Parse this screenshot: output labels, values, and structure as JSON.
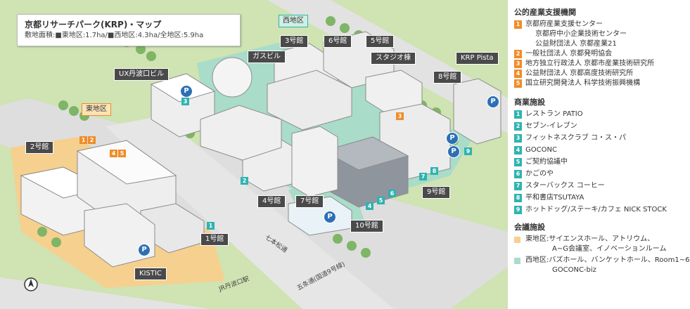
{
  "title": {
    "heading": "京都リサーチパーク(KRP)・マップ",
    "area_text": "敷地面積:■東地区:1.7ha/■西地区:4.3ha/全地区:5.9ha"
  },
  "areas": {
    "east": "東地区",
    "west": "西地区"
  },
  "buildings": {
    "b1": "1号館",
    "b2": "2号館",
    "b3": "3号館",
    "b4": "4号館",
    "b5": "5号館",
    "b6": "6号館",
    "b7": "7号館",
    "b8": "8号館",
    "b9": "9号館",
    "b10": "10号館",
    "ux": "UX丹波口ビル",
    "gas": "ガスビル",
    "studio": "スタジオ棟",
    "pista": "KRP Pista",
    "kistic": "KISTIC"
  },
  "roads": {
    "shichihon": "七本松通",
    "gojo": "五条通(国道9号線)",
    "station": "JR丹波口駅"
  },
  "map_markers": {
    "parking": "P",
    "n1": "1",
    "n2": "2",
    "n3": "3",
    "n4": "4",
    "n5": "5",
    "n6": "6",
    "n7": "7",
    "n8": "8",
    "n9": "9"
  },
  "legend": {
    "public": {
      "title": "公的産業支援機関",
      "items": [
        {
          "num": "1",
          "lines": [
            "京都府産業支援センター",
            "京都府中小企業技術センター",
            "公益財団法人 京都産業21"
          ]
        },
        {
          "num": "2",
          "lines": [
            "一般社団法人 京都発明協会"
          ]
        },
        {
          "num": "3",
          "lines": [
            "地方独立行政法人 京都市産業技術研究所"
          ]
        },
        {
          "num": "4",
          "lines": [
            "公益財団法人 京都高度技術研究所"
          ]
        },
        {
          "num": "5",
          "lines": [
            "国立研究開発法人 科学技術振興機構"
          ]
        }
      ]
    },
    "commercial": {
      "title": "商業施設",
      "items": [
        {
          "num": "1",
          "label": "レストラン PATIO"
        },
        {
          "num": "2",
          "label": "セブン-イレブン"
        },
        {
          "num": "3",
          "label": "フィットネスクラブ コ・ス・パ"
        },
        {
          "num": "4",
          "label": "GOCONC"
        },
        {
          "num": "5",
          "label": "ご契約協議中"
        },
        {
          "num": "6",
          "label": "かごのや"
        },
        {
          "num": "7",
          "label": "スターバックス コーヒー"
        },
        {
          "num": "8",
          "label": "平和書店TSUTAYA"
        },
        {
          "num": "9",
          "label": "ホットドッグ/ステーキ/カフェ NICK STOCK"
        }
      ]
    },
    "meeting": {
      "title": "会議施設",
      "east_line1": "東地区:サイエンスホール、アトリウム、",
      "east_line2": "A~G会議室、イノベーションルーム",
      "west_line1": "西地区:バズホール、バンケットホール、Room1~6",
      "west_line2": "GOCONC-biz"
    }
  },
  "colors": {
    "public_accent": "#f08c2a",
    "commercial_accent": "#2fb3b0",
    "east_area": "#f6d08f",
    "west_area": "#a9dcc9",
    "label_bg": "#4a4a4a",
    "parking": "#2d6fb5"
  }
}
